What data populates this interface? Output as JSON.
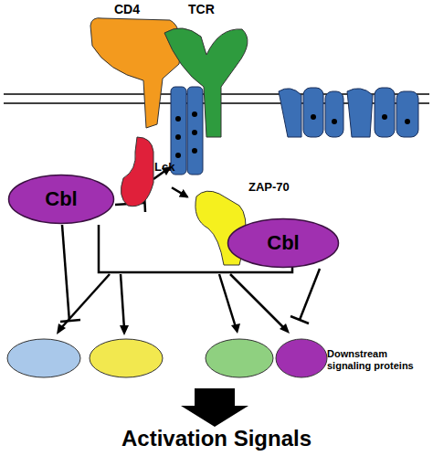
{
  "diagram": {
    "nodes": [
      {
        "text": [
          "CD4"
        ]
      },
      {
        "text": [
          "TCR"
        ]
      },
      {
        "text": [
          "Lck"
        ]
      },
      {
        "text": [
          "ZAP-70"
        ]
      },
      {
        "text": [
          "Cbl"
        ]
      },
      {
        "text": [
          "Cbl"
        ]
      }
    ],
    "edges": [
      {
        "from": 2,
        "to": 3,
        "arrow": "to"
      }
    ],
    "labels": [
      "Downstream signaling proteins",
      "Activation Signals"
    ]
  }
}
